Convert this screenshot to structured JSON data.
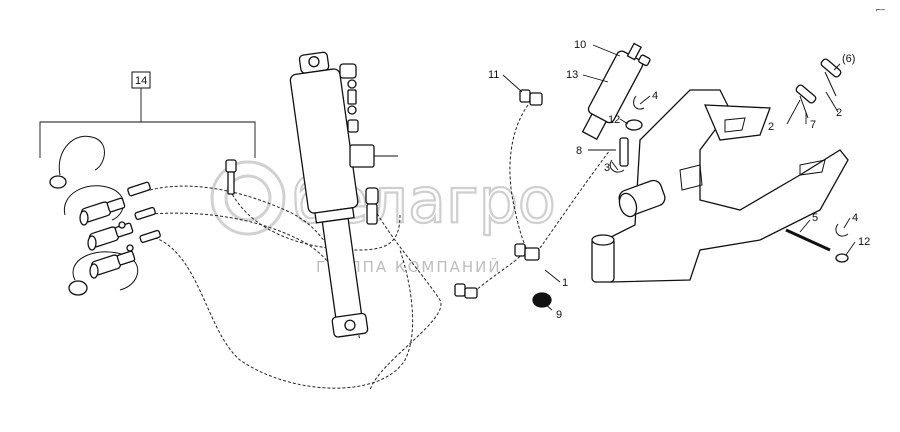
{
  "callouts": {
    "c1": "1",
    "c2a": "2",
    "c2b": "2",
    "c3": "3",
    "c4a": "4",
    "c4b": "4",
    "c5": "5",
    "c6": "(6)",
    "c7": "7",
    "c8": "8",
    "c9": "9",
    "c10": "10",
    "c11": "11",
    "c12a": "12",
    "c12b": "12",
    "c13": "13",
    "c14": "14"
  },
  "watermark": {
    "logo_text": "белагро",
    "tagline": "ГРУППА КОМПАНИЙ"
  },
  "corner_mark": "⌐–"
}
